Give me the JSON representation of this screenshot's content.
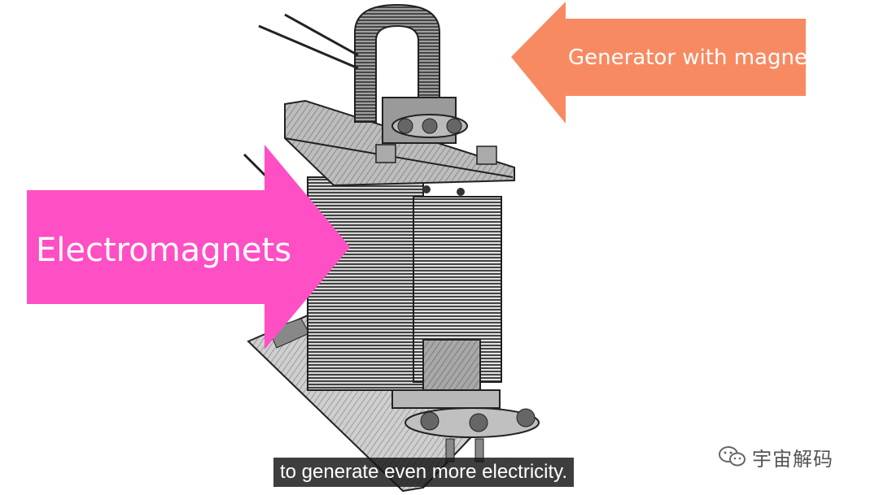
{
  "callouts": {
    "generator_label": "Generator with magnets",
    "generator_color": "#F88A62",
    "electromagnets_label": "Electromagnets",
    "electromagnets_color": "#FF4FC5"
  },
  "subtitle": {
    "text": "to generate even more electricity."
  },
  "watermark": {
    "icon": "wechat-icon",
    "text": "宇宙解码"
  }
}
